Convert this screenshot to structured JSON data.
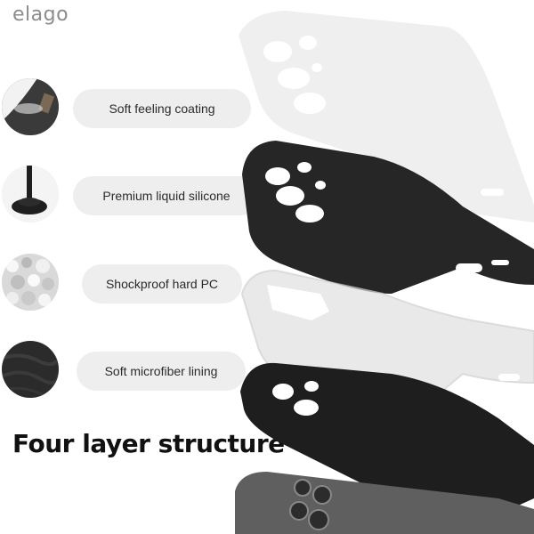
{
  "brand": "elago",
  "features": [
    {
      "label": "Soft feeling coating",
      "icon": "spray-coating-icon"
    },
    {
      "label": "Premium liquid silicone",
      "icon": "liquid-silicone-icon"
    },
    {
      "label": "Shockproof hard PC",
      "icon": "pc-granules-icon"
    },
    {
      "label": "Soft microfiber lining",
      "icon": "microfiber-icon"
    }
  ],
  "headline": "Four layer structure",
  "colors": {
    "case_black": "#2a2a2a",
    "pill_bg": "#eeeeee",
    "brand_gray": "#8c8c8c"
  }
}
